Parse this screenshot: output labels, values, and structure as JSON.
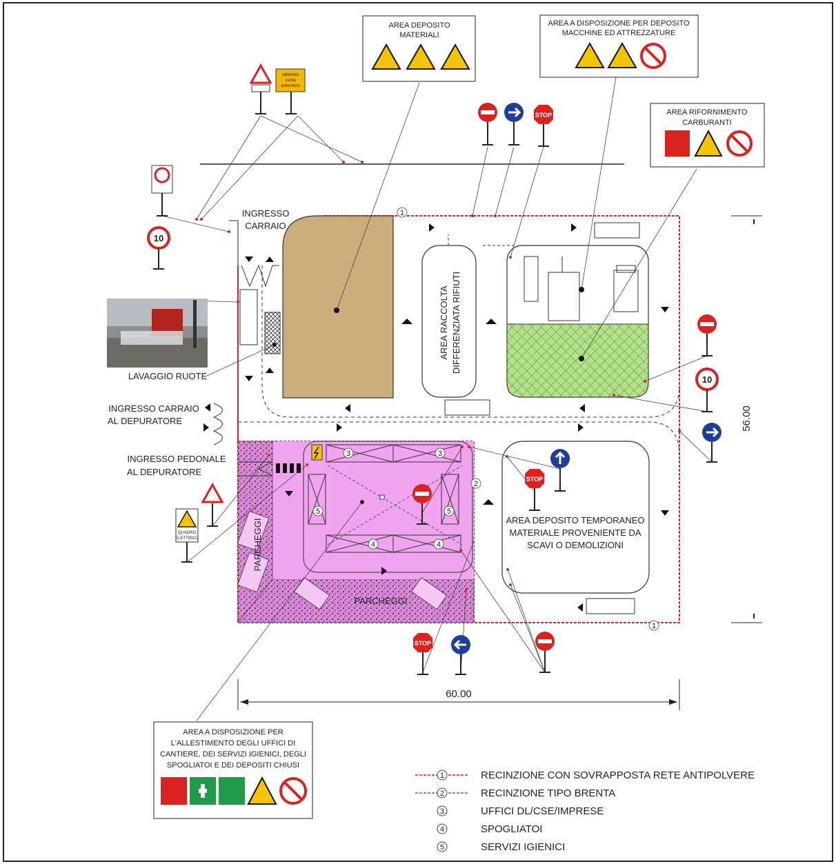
{
  "areas": {
    "deposito_materiali": {
      "line1": "AREA DEPOSITO",
      "line2": "MATERIALI"
    },
    "deposito_macchine": {
      "line1": "AREA A DISPOSIZIONE PER DEPOSITO",
      "line2": "MACCHINE ED ATTREZZATURE"
    },
    "rifornimento": {
      "line1": "AREA RIFORNIMENTO",
      "line2": "CARBURANTI"
    },
    "raccolta_rifiuti": {
      "line1": "AREA RACCOLTA",
      "line2": "DIFFERENZIATA RIFIUTI"
    },
    "deposito_temporaneo": {
      "line1": "AREA DEPOSITO TEMPORANEO",
      "line2": "MATERIALE PROVENIENTE DA",
      "line3": "SCAVI O DEMOLIZIONI"
    },
    "uffici": {
      "line1": "AREA A DISPOSIZIONE PER",
      "line2": "L'ALLESTIMENTO DEGLI UFFICI DI",
      "line3": "CANTIERE, DEI SERVIZI IGIENICI, DEGLI",
      "line4": "SPOGLIATOI E DEI DEPOSITI CHIUSI"
    }
  },
  "labels": {
    "ingresso_carraio_1": "INGRESSO",
    "ingresso_carraio_2": "CARRAIO",
    "lavaggio": "LAVAGGIO RUOTE",
    "carraio_dep_1": "INGRESSO CARRAIO",
    "carraio_dep_2": "AL DEPURATORE",
    "pedonale_1": "INGRESSO PEDONALE",
    "pedonale_2": "AL DEPURATORE",
    "parcheggi_v": "PARCHEGGI",
    "parcheggi_h": "PARCHEGGI",
    "rallentare_1": "rallentare",
    "rallentare_2": "uscita",
    "rallentare_3": "automezzi",
    "quadro_1": "QUADRO",
    "quadro_2": "ELETTRICO"
  },
  "signs": {
    "stop": "STOP",
    "speed": "10"
  },
  "markers": {
    "n1": "1",
    "n2": "2",
    "n3": "3",
    "n4": "4",
    "n5": "5"
  },
  "dimensions": {
    "width": "60.00",
    "height": "56.00"
  },
  "legend": [
    {
      "num": "1",
      "text": "RECINZIONE CON SOVRAPPOSTA RETE ANTIPOLVERE"
    },
    {
      "num": "2",
      "text": "RECINZIONE TIPO BRENTA"
    },
    {
      "num": "3",
      "text": "UFFICI DL/CSE/IMPRESE"
    },
    {
      "num": "4",
      "text": "SPOGLIATOI"
    },
    {
      "num": "5",
      "text": "SERVIZI IGIENICI"
    }
  ],
  "colors": {
    "fence_red": "#d9231f",
    "fence_blue": "#2e6fd6",
    "pink": "#f0a3ee",
    "sand": "#c9ad7d",
    "green": "#b5e08a"
  }
}
